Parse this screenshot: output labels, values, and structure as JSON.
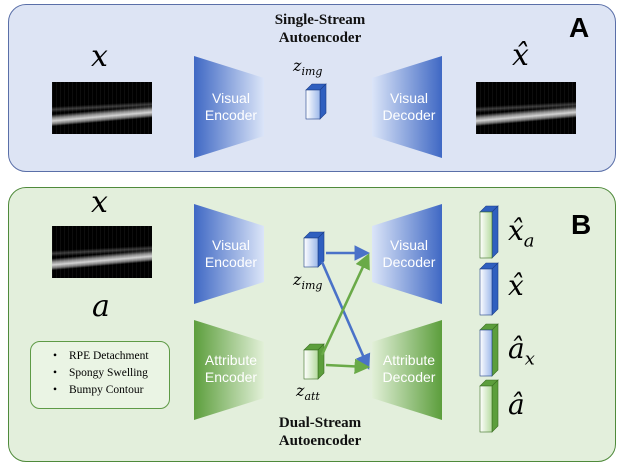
{
  "panel_a": {
    "title_line1": "Single-Stream",
    "title_line2": "Autoencoder",
    "letter": "A",
    "input_label": "x",
    "encoder_line1": "Visual",
    "encoder_line2": "Encoder",
    "latent_label_main": "z",
    "latent_label_sub": "img",
    "decoder_line1": "Visual",
    "decoder_line2": "Decoder",
    "output_label": "x̂"
  },
  "panel_b": {
    "letter": "B",
    "input_image_label": "x",
    "input_attr_label": "a",
    "attributes": [
      "RPE Detachment",
      "Spongy Swelling",
      "Bumpy Contour"
    ],
    "visual_encoder_line1": "Visual",
    "visual_encoder_line2": "Encoder",
    "attribute_encoder_line1": "Attribute",
    "attribute_encoder_line2": "Encoder",
    "latent_img_main": "z",
    "latent_img_sub": "img",
    "latent_att_main": "z",
    "latent_att_sub": "att",
    "visual_decoder_line1": "Visual",
    "visual_decoder_line2": "Decoder",
    "attribute_decoder_line1": "Attribute",
    "attribute_decoder_line2": "Decoder",
    "outputs": [
      {
        "main": "x̂",
        "sub": "a"
      },
      {
        "main": "x̂",
        "sub": ""
      },
      {
        "main": "â",
        "sub": "x"
      },
      {
        "main": "â",
        "sub": ""
      }
    ],
    "title_line1": "Dual-Stream",
    "title_line2": "Autoencoder"
  },
  "colors": {
    "blue": "#4a72c8",
    "green": "#6aaa48",
    "panel_a_bg": "#dde4f4",
    "panel_b_bg": "#e3efdc"
  }
}
